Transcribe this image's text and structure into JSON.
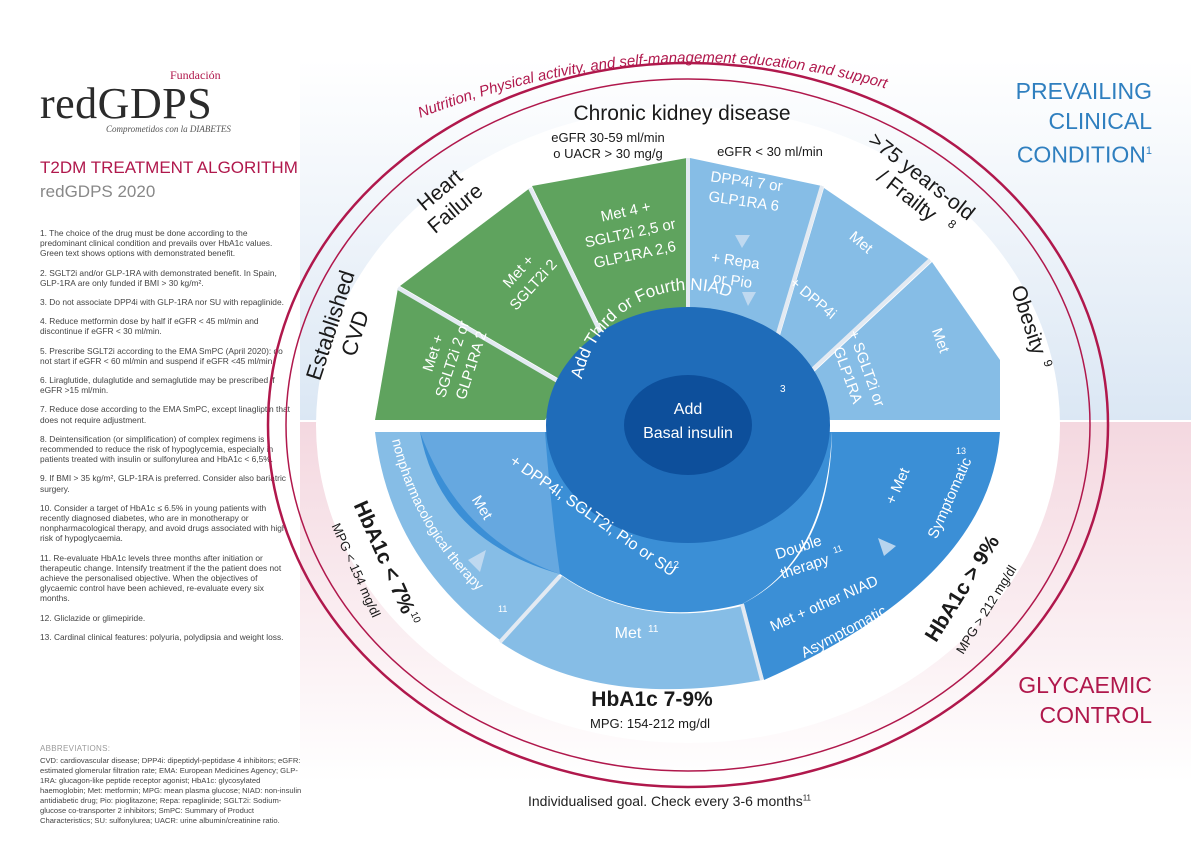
{
  "logo": {
    "fundacion": "Fundación",
    "name": "redGDPS",
    "tagline": "Comprometidos con la DIABETES"
  },
  "title": "T2DM TREATMENT ALGORITHM",
  "subtitle": "redGDPS 2020",
  "notes": [
    "1. The choice of the drug must be done according to the predominant clinical condition and prevails over HbA1c values. Green text shows options with demonstrated benefit.",
    "2. SGLT2i and/or GLP-1RA with demonstrated benefit. In Spain, GLP-1RA are only funded if BMI > 30 kg/m².",
    "3. Do not associate DPP4i with GLP-1RA nor SU with repaglinide.",
    "4. Reduce metformin dose by half if eGFR < 45 ml/min and discontinue if eGFR < 30 ml/min.",
    "5. Prescribe SGLT2i according to the EMA SmPC (April 2020): do not start if eGFR < 60 ml/min and suspend if eGFR <45 ml/min.",
    "6. Liraglutide, dulaglutide and semaglutide may be prescribed if eGFR >15 ml/min.",
    "7. Reduce dose according to the EMA SmPC, except linagliptin that does not require adjustment.",
    "8. Deintensification (or simplification) of complex regimens is recommended to reduce the risk of hypoglycemia, especially in patients treated with insulin or sulfonylurea and HbA1c < 6,5%.",
    "9. If BMI > 35 kg/m², GLP-1RA is preferred. Consider also bariatric surgery.",
    "10. Consider a target of HbA1c ≤ 6.5% in young patients with recently diagnosed diabetes, who are in monotherapy or nonpharmacological therapy, and avoid drugs associated with high risk of hypoglycaemia.",
    "11. Re-evaluate HbA1c levels three months after initiation or therapeutic change. Intensify treatment if the the patient does not achieve the personalised objective. When the objectives of glycaemic control have been achieved, re-evaluate every six months.",
    "12. Gliclazide or glimepiride.",
    "13. Cardinal clinical features: polyuria, polydipsia and weight loss."
  ],
  "abbreviations": {
    "title": "ABBREVIATIONS:",
    "text": "CVD: cardiovascular disease; DPP4i: dipeptidyl-peptidase 4 inhibitors; eGFR: estimated glomerular filtration rate; EMA: European Medicines Agency; GLP-1RA: glucagon-like peptide receptor agonist; HbA1c: glycosylated haemoglobin; Met: metformin; MPG: mean plasma glucose; NIAD: non-insulin antidiabetic drug; Pio: pioglitazone; Repa: repaglinide; SGLT2i: Sodium-glucose co-transporter 2 inhibitors; SmPC: Summary of Product Characteristics; SU: sulfonylurea; UACR: urine albumin/creatinine ratio."
  },
  "prevailing": {
    "line1": "PREVAILING",
    "line2": "CLINICAL",
    "line3": "CONDITION",
    "sup": "1"
  },
  "glycaemic": {
    "line1": "GLYCAEMIC",
    "line2": "CONTROL"
  },
  "arc_text": "Nutrition, Physical activity, and self-management education and support",
  "footer": {
    "text": "Individualised goal. Check every 3-6 months",
    "sup": "11"
  },
  "colors": {
    "green": "#5fa35e",
    "blue_light": "#86bde6",
    "blue_mid": "#3b8fd6",
    "blue_dark": "#1f6cb9",
    "navy": "#0d4f9b",
    "crimson": "#b0184c",
    "title_blue": "#2f7fbf"
  },
  "conditions": {
    "cvd": {
      "line1": "Established",
      "line2": "CVD"
    },
    "hf": {
      "line1": "Heart",
      "line2": "Failure"
    },
    "ckd": {
      "title": "Chronic kidney disease",
      "egfr1": "eGFR 30-59 ml/min",
      "egfr1b": "o UACR > 30 mg/g",
      "egfr2": "eGFR < 30 ml/min"
    },
    "frailty": {
      "line1": ">75 years-old",
      "line2": "/ Frailty",
      "sup": "8"
    },
    "obesity": {
      "label": "Obesity",
      "sup": "9"
    }
  },
  "segments": {
    "cvd": {
      "line1": "Met +",
      "line2": "SGLT2i 2 or",
      "line3": "GLP1RA 2"
    },
    "hf": {
      "line1": "Met +",
      "line2": "SGLT2i 2"
    },
    "ckd1": {
      "line1": "Met 4 +",
      "line2": "SGLT2i 2,5 or",
      "line3": "GLP1RA 2,6"
    },
    "ckd2": {
      "line1": "DPP4i 7 or",
      "line2": "GLP1RA 6",
      "line3": "+ Repa",
      "line4": "or Pio"
    },
    "frailty_outer": "Met",
    "frailty_inner": "+ DPP4i",
    "obesity_outer": "Met",
    "obesity_inner_1": "+ SGLT2i or",
    "obesity_inner_2": "GLP1RA"
  },
  "center": {
    "ring": "Add Third or Fourth NIAD",
    "ring_sup": "3",
    "line1": "Add",
    "line2": "Basal insulin"
  },
  "glyc_segments": {
    "low_outer": "nonpharmacological therapy",
    "low_outer_sup": "11",
    "low_inner": "Met",
    "mid_inner": "+ DPP4i, SGLT2i, Pio or SU",
    "mid_inner_sup": "12",
    "mid_outer": "Met",
    "mid_outer_sup": "11",
    "high_double_1": "Double",
    "high_double_2": "therapy",
    "high_double_sup": "11",
    "high_met_niad": "Met + other NIAD",
    "high_asym": "Asymptomatic",
    "high_sym": "Symptomatic",
    "high_sym_sup": "13",
    "high_plus_met": "+ Met"
  },
  "targets": {
    "low": {
      "label": "HbA1c < 7%",
      "sup": "10",
      "mpg": "MPG < 154 mg/dl"
    },
    "mid": {
      "label": "HbA1c 7-9%",
      "mpg": "MPG:  154-212 mg/dl"
    },
    "high": {
      "label": "HbA1c > 9%",
      "mpg": "MPG > 212 mg/dl"
    }
  }
}
